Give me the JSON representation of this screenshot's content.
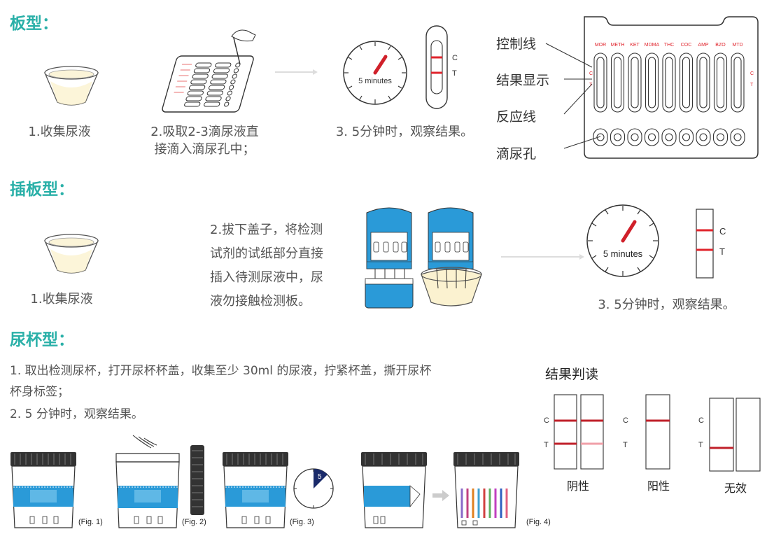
{
  "sections": {
    "plate": {
      "title": "板型：",
      "step1": "1.收集尿液",
      "step2_line1": "2.吸取2-3滴尿液直",
      "step2_line2": "接滴入滴尿孔中；",
      "step3": "3. 5分钟时，观察结果。",
      "timer": "5 minutes",
      "strip_c": "C",
      "strip_t": "T"
    },
    "insert": {
      "title": "插板型：",
      "step1": "1.收集尿液",
      "step2_lines": [
        "2.拔下盖子，将检测",
        "试剂的试纸部分直接",
        "插入待测尿液中，尿",
        "液勿接触检测板。"
      ],
      "step3": "3. 5分钟时，观察结果。",
      "timer": "5 minutes",
      "strip_c": "C",
      "strip_t": "T"
    },
    "cup": {
      "title": "尿杯型：",
      "line1": "1. 取出检测尿杯，打开尿杯杯盖，收集至少 30ml 的尿液，拧紧杯盖，撕开尿杯",
      "line2": "杯身标签；",
      "line3": "2. 5 分钟时，观察结果。",
      "figs": [
        "(Fig. 1)",
        "(Fig. 2)",
        "(Fig. 3)",
        "(Fig. 4)"
      ],
      "timer_digit": "5"
    }
  },
  "plate_diagram": {
    "drugs": [
      "MOR",
      "METH",
      "KET",
      "MDMA",
      "THC",
      "COC",
      "AMP",
      "BZO",
      "MTD"
    ],
    "labels": [
      "控制线",
      "结果显示",
      "反应线",
      "滴尿孔"
    ],
    "side_c": "C",
    "side_t": "T"
  },
  "results": {
    "title": "结果判读",
    "c": "C",
    "t": "T",
    "negative": "阴性",
    "positive": "阳性",
    "invalid": "无效",
    "colors": {
      "strong_line": "#c0202a",
      "faint_line": "#f0a0a8"
    }
  },
  "colors": {
    "accent": "#2ab0a8",
    "red_line": "#e0242c",
    "cup_blue": "#2a9ad8"
  }
}
